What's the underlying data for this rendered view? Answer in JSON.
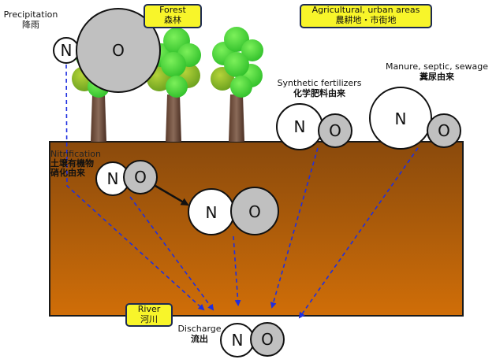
{
  "title": "Nitrate (NO3) sources and flow to river",
  "region_tags": {
    "forest": {
      "en": "Forest",
      "ja": "森林"
    },
    "agri": {
      "en": "Agricultural, urban areas",
      "ja": "農耕地・市街地"
    },
    "river": {
      "en": "River",
      "ja": "河川"
    }
  },
  "sources": {
    "precipitation": {
      "en": "Precipitation",
      "ja": "降雨"
    },
    "nitrification": {
      "en": "Nitrification",
      "ja_line1": "土壌有機物",
      "ja_line2": "硝化由来"
    },
    "synthetic": {
      "en": "Synthetic fertilizers",
      "ja": "化学肥料由来"
    },
    "manure": {
      "en": "Manure, septic, sewage",
      "ja": "糞尿由来"
    },
    "discharge": {
      "en": "Discharge",
      "ja": "流出"
    }
  },
  "atoms": {
    "n": "N",
    "o": "O"
  },
  "colors": {
    "soil_top": "#8a4a0c",
    "soil_bottom": "#d06e08",
    "flow_arrow": "#1f2fe0",
    "tag_fill": "#f8f52a",
    "oxygen": "#c0c0c0",
    "nitrogen": "#ffffff"
  }
}
